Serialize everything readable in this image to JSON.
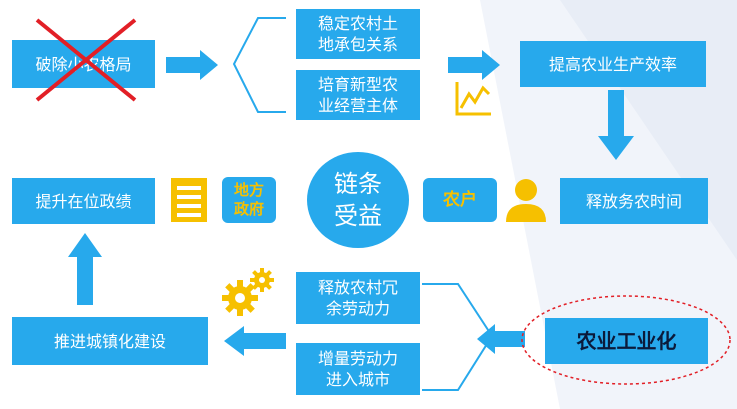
{
  "boxes": {
    "break": "破除小农格局",
    "stable": "稳定农村土\n地承包关系",
    "cultivate": "培育新型农\n业经营主体",
    "efficiency": "提高农业生产效率",
    "free_time": "释放务农时间",
    "center": "链条\n受益",
    "farmer": "农户",
    "local_gov": "地方\n政府",
    "promote": "提升在位政绩",
    "release": "释放农村冗\n余劳动力",
    "increase": "增量劳动力\n进入城市",
    "urban": "推进城镇化建设",
    "industrial": "农业工业化"
  },
  "colors": {
    "box_blue": "#27a9ec",
    "gold": "#f6c000",
    "cross_red": "#e21f26",
    "ellipse_red": "#e21f26",
    "dark_text": "#0b1a3a"
  },
  "icons": [
    "cross-out-icon",
    "rising-chart-icon",
    "document-list-icon",
    "person-icon",
    "gears-icon"
  ]
}
